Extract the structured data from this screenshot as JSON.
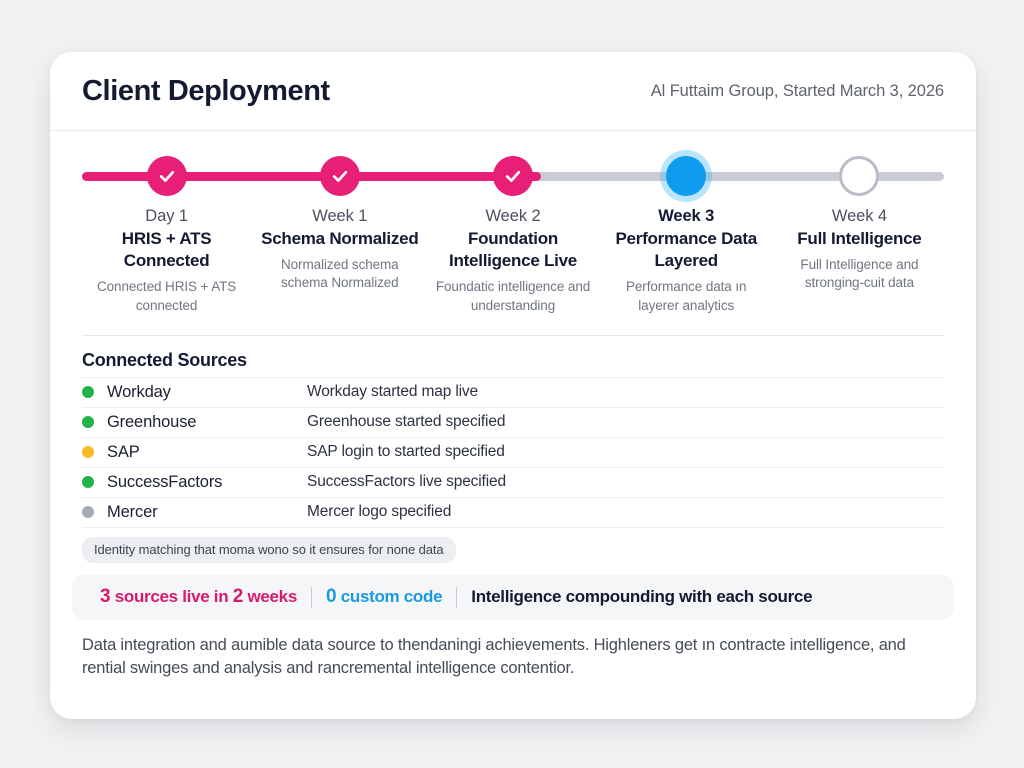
{
  "header": {
    "title": "Client Deployment",
    "subtitle": "Al Futtaim Group, Started March 3, 2026"
  },
  "timeline": {
    "steps": [
      {
        "period": "Day 1",
        "name": "HRIS + ATS Connected",
        "desc": "Connected HRIS + ATS connected",
        "state": "done"
      },
      {
        "period": "Week 1",
        "name": "Schema Normalized",
        "desc": "Normalized schema schema Normalized",
        "state": "done"
      },
      {
        "period": "Week 2",
        "name": "Foundation Intelligence Live",
        "desc": "Foundatic intelligence and understanding",
        "state": "done"
      },
      {
        "period": "Week 3",
        "name": "Performance Data Layered",
        "desc": "Performance data ın layerer analytics",
        "state": "current"
      },
      {
        "period": "Week 4",
        "name": "Full Intelligence",
        "desc": "Full Intelligence and stronging-cuit data",
        "state": "todo"
      }
    ],
    "progress_percent": 53,
    "colors": {
      "done": "#e81f76",
      "current": "#0d9cf0",
      "todo": "#b9bdc6",
      "track": "#c9ccd4"
    }
  },
  "sources": {
    "title": "Connected Sources",
    "rows": [
      {
        "status": "green",
        "name": "Workday",
        "detail": "Workday started map live"
      },
      {
        "status": "green",
        "name": "Greenhouse",
        "detail": "Greenhouse started specified"
      },
      {
        "status": "amber",
        "name": "SAP",
        "detail": "SAP login to started specified"
      },
      {
        "status": "green",
        "name": "SuccessFactors",
        "detail": "SuccessFactors live specified"
      },
      {
        "status": "gray",
        "name": "Mercer",
        "detail": "Mercer logo specified"
      }
    ],
    "note": "Identity matching that moma wono so it ensures for none data",
    "status_colors": {
      "green": "#22b24c",
      "amber": "#f7b924",
      "gray": "#a6aab3"
    }
  },
  "stats": {
    "items": [
      {
        "number": "3",
        "text": " sources live in ",
        "number2": "2",
        "text2": " weeks",
        "color": "#d71a6e"
      },
      {
        "number": "0",
        "text": " custom code",
        "color": "#1a9ae0"
      },
      {
        "text": "Intelligence compounding with each source",
        "color": "#141a32"
      }
    ],
    "live_sources": "3",
    "weeks": "2",
    "sources_label_a": " sources live in ",
    "sources_label_b": " weeks",
    "custom_code_count": "0",
    "custom_code_label": " custom code",
    "compounding_label": "Intelligence compounding with each source"
  },
  "footer": {
    "text": "Data integration and aumible data source to thendaningi achievements. Highleners get ın contracte intelligence, and rential swinges and analysis and rancremental intelligence contentior."
  }
}
